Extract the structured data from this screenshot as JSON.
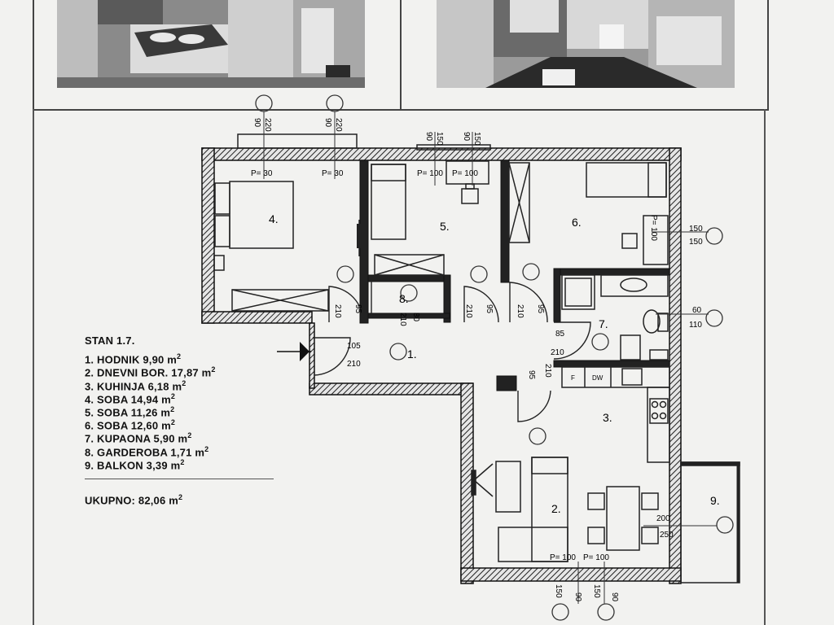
{
  "legend": {
    "title": "STAN 1.7.",
    "items": [
      {
        "label": "1. HODNIK 9,90 m"
      },
      {
        "label": "2. DNEVNI BOR. 17,87 m"
      },
      {
        "label": "3. KUHINJA 6,18 m"
      },
      {
        "label": "4. SOBA  14,94 m"
      },
      {
        "label": "5. SOBA 11,26 m"
      },
      {
        "label": "6. SOBA 12,60 m"
      },
      {
        "label": "7. KUPAONA 5,90 m"
      },
      {
        "label": "8. GARDEROBA 1,71 m"
      },
      {
        "label": "9. BALKON 3,39 m"
      }
    ],
    "total_label": "UKUPNO:",
    "total_value": "82,06  m"
  },
  "room_numbers": {
    "r1": "1.",
    "r2": "2.",
    "r3": "3.",
    "r4": "4.",
    "r5": "5.",
    "r6": "6.",
    "r7": "7.",
    "r8": "8.",
    "r9": "9."
  },
  "window_labels": {
    "p30a": "P= 30",
    "p30b": "P= 30",
    "p100a": "P= 100",
    "p100b": "P= 100",
    "p100c": "P= 100",
    "p100d": "P= 100",
    "p100e": "P= 100"
  },
  "dimensions": {
    "d90a": "90",
    "d220a": "220",
    "d90b": "90",
    "d220b": "220",
    "d90c": "90",
    "d150a": "150",
    "d90d": "90",
    "d150b": "150",
    "d150c": "150",
    "d150d": "150",
    "d210a": "210",
    "d95a": "95",
    "d210b": "210",
    "d80": "80",
    "d210c": "210",
    "d95b": "95",
    "d210d": "210",
    "d95c": "95",
    "d85": "85",
    "d210e": "210",
    "d105": "105",
    "d210f": "210",
    "d95d": "95",
    "d210g": "210",
    "d60": "60",
    "d110": "110",
    "d200": "200",
    "d250": "250",
    "d150e": "150",
    "d90e": "90",
    "d150f": "150",
    "d90f": "90"
  },
  "appliance_labels": {
    "fridge": "F",
    "dishwasher": "DW"
  },
  "colors": {
    "wall": "#1a1a1a",
    "wall_hatch": "#4a4a4a",
    "paper": "#f2f2f0",
    "line": "#222222"
  }
}
